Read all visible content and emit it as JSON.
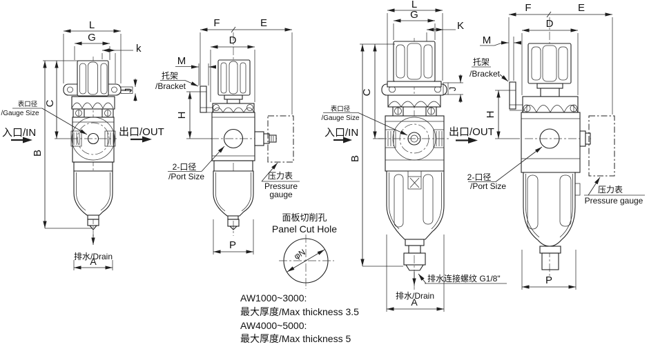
{
  "dims": {
    "L": "L",
    "G": "G",
    "k": "k",
    "K": "K",
    "A": "A",
    "B": "B",
    "C": "C",
    "D": "D",
    "E": "E",
    "F": "F",
    "H": "H",
    "J": "J",
    "M": "M",
    "P": "P",
    "phiN": "φN"
  },
  "labels": {
    "gauge_size_cn": "表口径",
    "gauge_size_en": "/Gauge Size",
    "inlet": "入口/IN",
    "outlet": "出口/OUT",
    "bracket_cn": "托架",
    "bracket_en": "/Bracket",
    "port_size_cn": "2-口径",
    "port_size_en": "/Port Size",
    "pressure_cn": "压力表",
    "pressure_en_line1": "Pressure",
    "pressure_en_line2": "gauge",
    "pressure_en": "Pressure gauge",
    "drain": "排水/Drain",
    "drain_thread": "排水连接螺纹 G1/8\"",
    "panel_cn": "面板切削孔",
    "panel_en": "Panel Cut Hole"
  },
  "notes": {
    "l1": "AW1000~3000:",
    "l2": "最大厚度/Max thickness  3.5",
    "l3": "AW4000~5000:",
    "l4": "最大厚度/Max thickness  5"
  },
  "colors": {
    "line": "#1f1f1f",
    "text": "#101010",
    "background": "#ffffff"
  }
}
